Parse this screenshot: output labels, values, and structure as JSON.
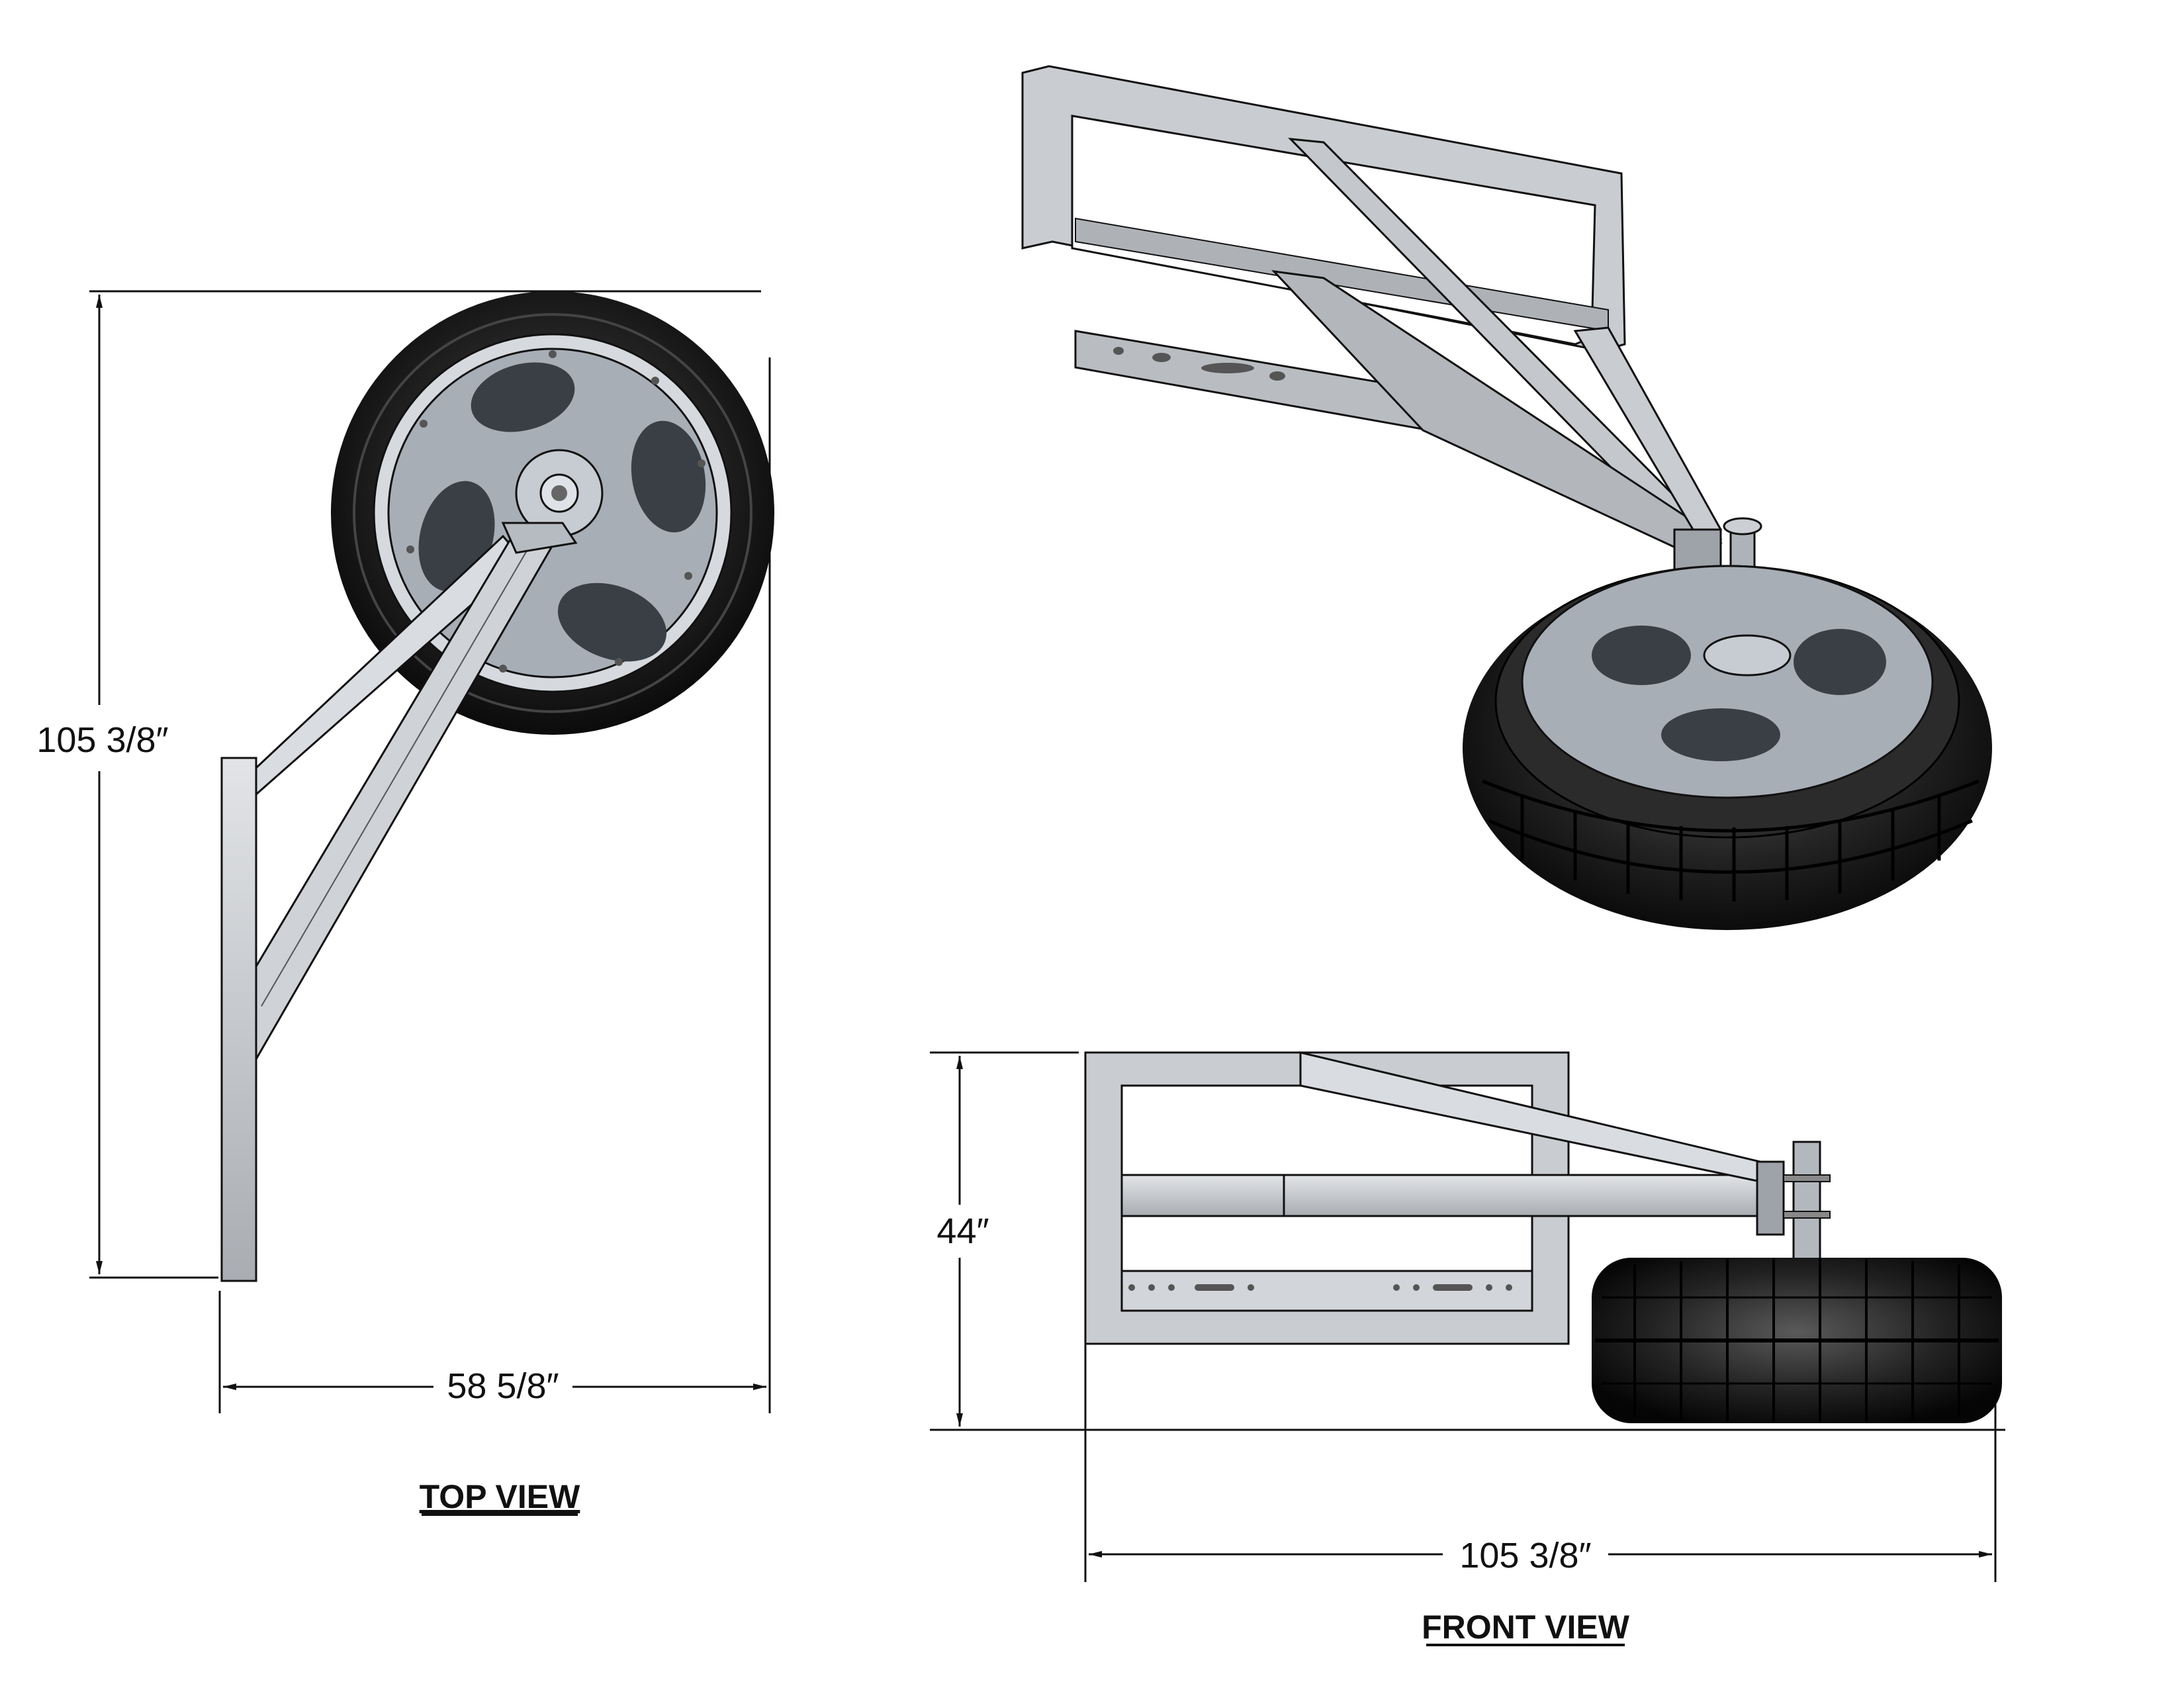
{
  "views": {
    "top": {
      "title": "TOP VIEW",
      "dim_height": "105 3/8″",
      "dim_width": "58 5/8″"
    },
    "front": {
      "title": "FRONT VIEW",
      "dim_height": "44″",
      "dim_width": "105 3/8″"
    }
  },
  "colors": {
    "steel": "#c9ccd0",
    "steel_dark": "#8e9297",
    "tire": "#1a1a1a",
    "rim": "#aab0b8",
    "line": "#111111"
  }
}
